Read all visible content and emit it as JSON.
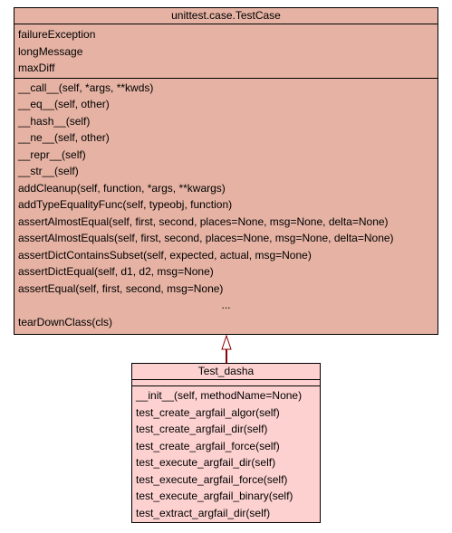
{
  "parent_class": {
    "name": "unittest.case.TestCase",
    "attributes": [
      "failureException",
      "longMessage",
      "maxDiff"
    ],
    "methods": [
      "__call__(self, *args, **kwds)",
      "__eq__(self, other)",
      "__hash__(self)",
      "__ne__(self, other)",
      "__repr__(self)",
      "__str__(self)",
      "addCleanup(self, function, *args, **kwargs)",
      "addTypeEqualityFunc(self, typeobj, function)",
      "assertAlmostEqual(self, first, second, places=None, msg=None, delta=None)",
      "assertAlmostEquals(self, first, second, places=None, msg=None, delta=None)",
      "assertDictContainsSubset(self, expected, actual, msg=None)",
      "assertDictEqual(self, d1, d2, msg=None)",
      "assertEqual(self, first, second, msg=None)"
    ],
    "ellipsis": "...",
    "last_method": "tearDownClass(cls)"
  },
  "child_class": {
    "name": "Test_dasha",
    "methods": [
      "__init__(self, methodName=None)",
      "test_create_argfail_algor(self)",
      "test_create_argfail_dir(self)",
      "test_create_argfail_force(self)",
      "test_execute_argfail_dir(self)",
      "test_execute_argfail_force(self)",
      "test_execute_argfail_binary(self)",
      "test_extract_argfail_dir(self)"
    ]
  },
  "colors": {
    "parent_fill": "#e5b2a3",
    "child_fill": "#fcd1d0",
    "inheritance_line": "#8b0000"
  }
}
